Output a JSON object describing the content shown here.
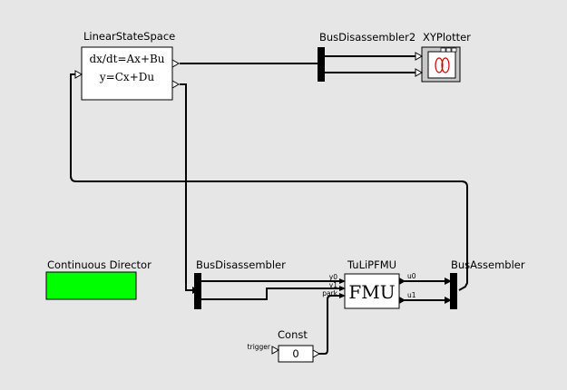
{
  "colors": {
    "background": "#e6e6e6",
    "director": "#00ff00",
    "plot_curve": "#cc0000"
  },
  "director": {
    "label": "Continuous Director"
  },
  "actors": {
    "linear_state_space": {
      "label": "LinearStateSpace",
      "eq1": "dx/dt=Ax+Bu",
      "eq2": "y=Cx+Du"
    },
    "bus_disassembler2": {
      "label": "BusDisassembler2"
    },
    "xy_plotter": {
      "label": "XYPlotter",
      "icon": "xy-plot-icon"
    },
    "bus_disassembler": {
      "label": "BusDisassembler"
    },
    "fmu": {
      "label": "TuLiPFMU",
      "text": "FMU",
      "ports": {
        "y0": "y0",
        "y1": "y1",
        "park": "park",
        "u0": "u0",
        "u1": "u1"
      }
    },
    "bus_assembler": {
      "label": "BusAssembler"
    },
    "const": {
      "label": "Const",
      "value": "0",
      "trigger": "trigger"
    }
  }
}
